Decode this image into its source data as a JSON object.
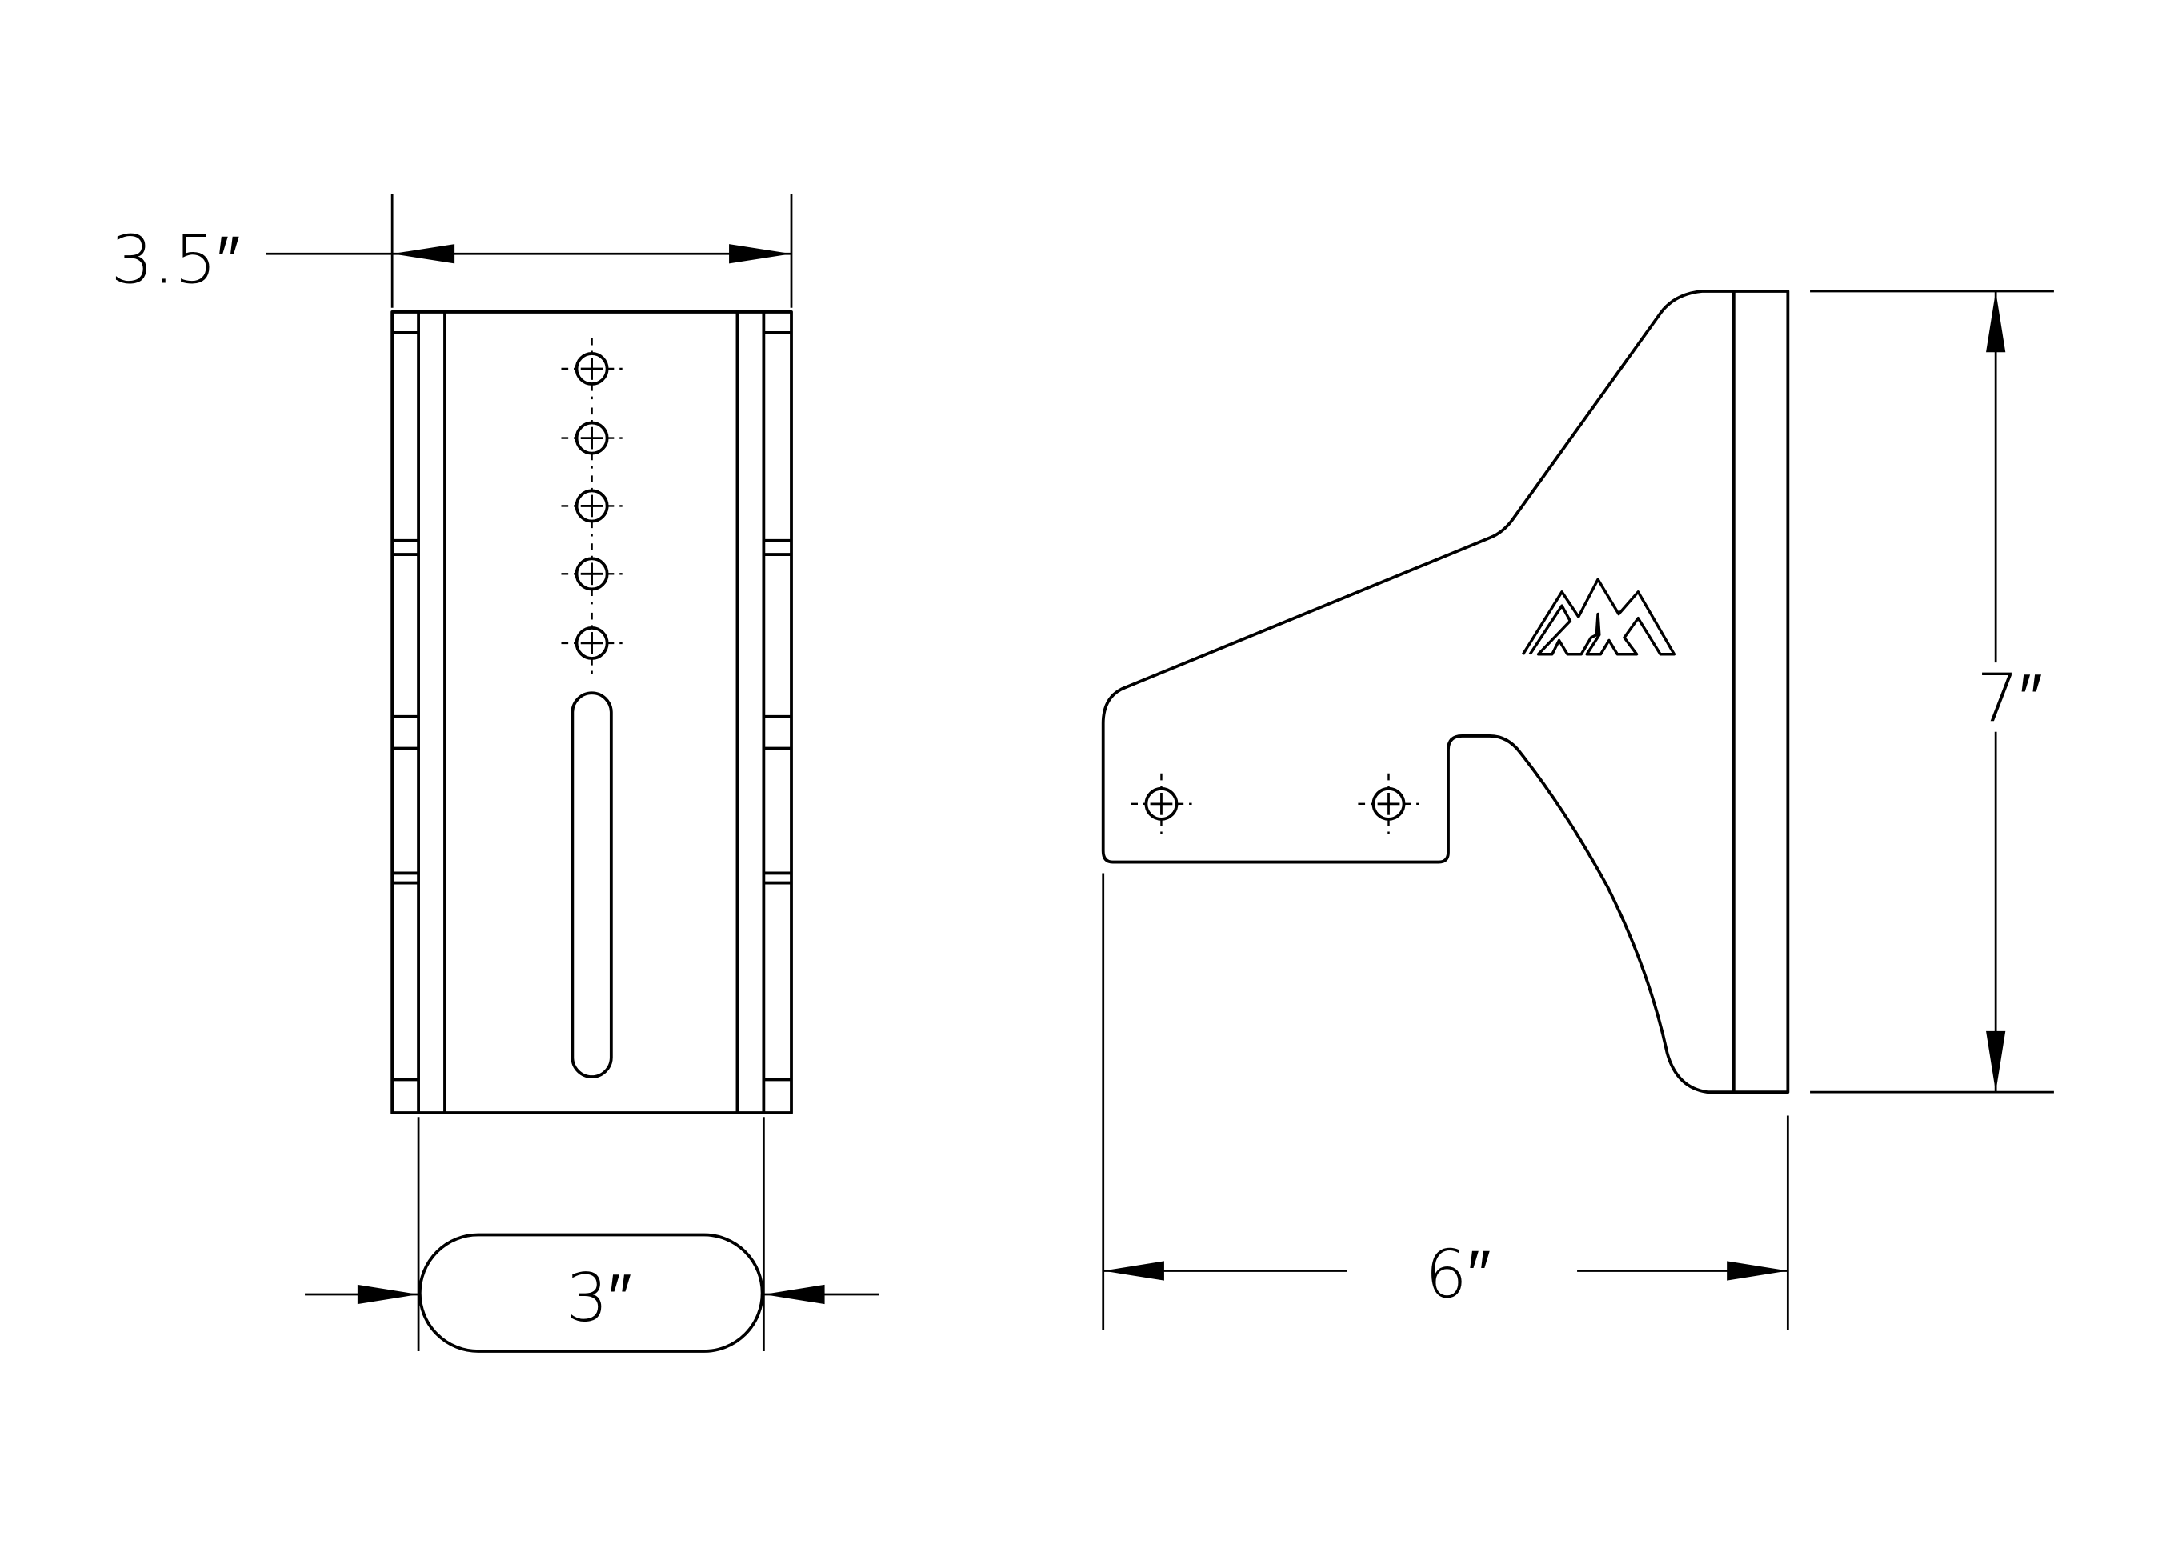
{
  "drawing": {
    "dimensions": {
      "front_width": "3.5″",
      "slot_width": "3″",
      "side_height": "7″",
      "side_depth": "6″"
    },
    "front_view": {
      "hole_count": 5
    },
    "side_view": {
      "hole_count": 2
    },
    "logo": "mountain-logo",
    "line_color": "#000000",
    "background": "#ffffff"
  }
}
